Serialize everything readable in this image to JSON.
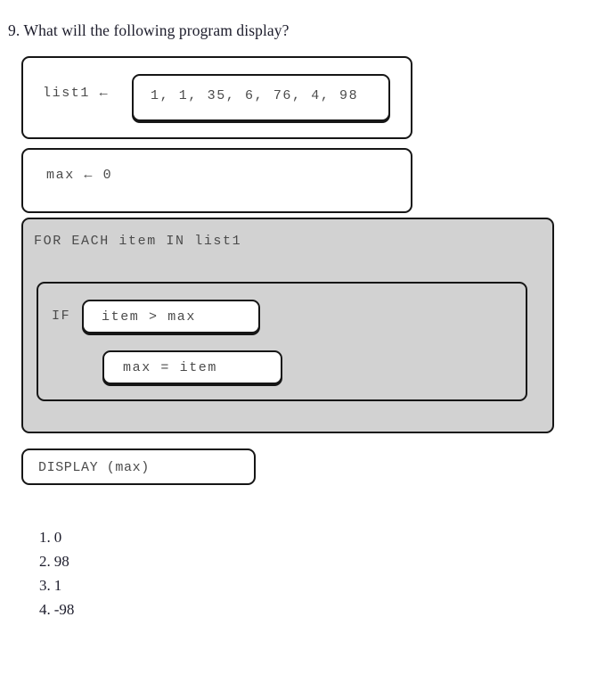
{
  "question": {
    "number": "9.",
    "text": "9. What will the following program display?"
  },
  "program": {
    "blocks": [
      {
        "kind": "assignment",
        "label": "list1 ←",
        "value": "1, 1, 35, 6, 76, 4, 98"
      },
      {
        "kind": "assignment",
        "text": "max  ←  0"
      },
      {
        "kind": "loop",
        "header": "FOR EACH item IN list1",
        "body": {
          "if_keyword": "IF",
          "condition": "item > max",
          "statement": "max = item"
        }
      },
      {
        "kind": "output",
        "text": "DISPLAY (max)"
      }
    ]
  },
  "answers": [
    {
      "number": "1.",
      "text": "0"
    },
    {
      "number": "2.",
      "text": "98"
    },
    {
      "number": "3.",
      "text": "1"
    },
    {
      "number": "4.",
      "text": "-98"
    }
  ],
  "colors": {
    "page_background": "#ffffff",
    "block_border": "#161616",
    "block_fill_white": "#ffffff",
    "block_fill_gray": "#d2d2d2",
    "code_text": "#4b4b4b",
    "prose_text": "#1c1c2b"
  }
}
